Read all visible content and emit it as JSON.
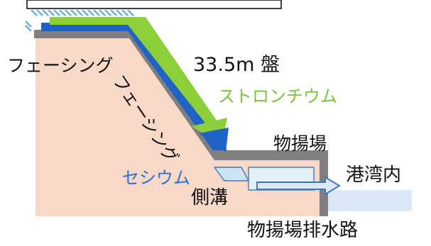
{
  "colors": {
    "soil": "#f8d9c8",
    "concrete": "#7f7f7f",
    "cesium_layer": "#1f63c6",
    "strontium_layer": "#8ccf3a",
    "water": "#dbe9f7",
    "pipe": "#3f78bd",
    "hatch": "#5aa0e6",
    "cesium_text": "#2c6fd1",
    "strontium_text": "#7cc33c",
    "text": "#111111"
  },
  "labels": {
    "fencing_top": "フェーシング",
    "fencing_slope": "フェーシング",
    "ground_level": "33.5m 盤",
    "strontium": "ストロンチウム",
    "berth": "物揚場",
    "harbor": "港湾内",
    "cesium": "セシウム",
    "side_ditch": "側溝",
    "berth_drain": "物揚場排水路"
  }
}
